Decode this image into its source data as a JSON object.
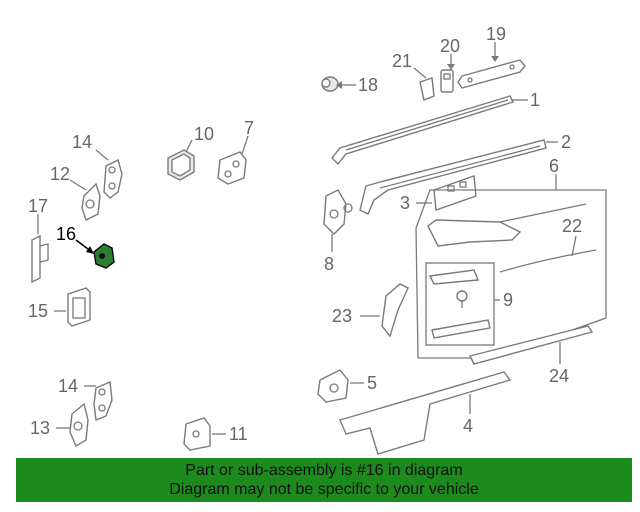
{
  "callouts": {
    "p1": "1",
    "p2": "2",
    "p3": "3",
    "p4": "4",
    "p5": "5",
    "p6": "6",
    "p7": "7",
    "p8": "8",
    "p9": "9",
    "p10": "10",
    "p11": "11",
    "p12": "12",
    "p13": "13",
    "p14a": "14",
    "p14b": "14",
    "p15": "15",
    "p16": "16",
    "p17": "17",
    "p18": "18",
    "p19": "19",
    "p20": "20",
    "p21": "21",
    "p22": "22",
    "p23": "23",
    "p24": "24"
  },
  "footer": {
    "line1": "Part or sub-assembly is #16 in diagram",
    "line2": "Diagram may not be specific to your vehicle"
  },
  "colors": {
    "highlight": "#2e7d32",
    "banner": "#1d8a1d"
  }
}
